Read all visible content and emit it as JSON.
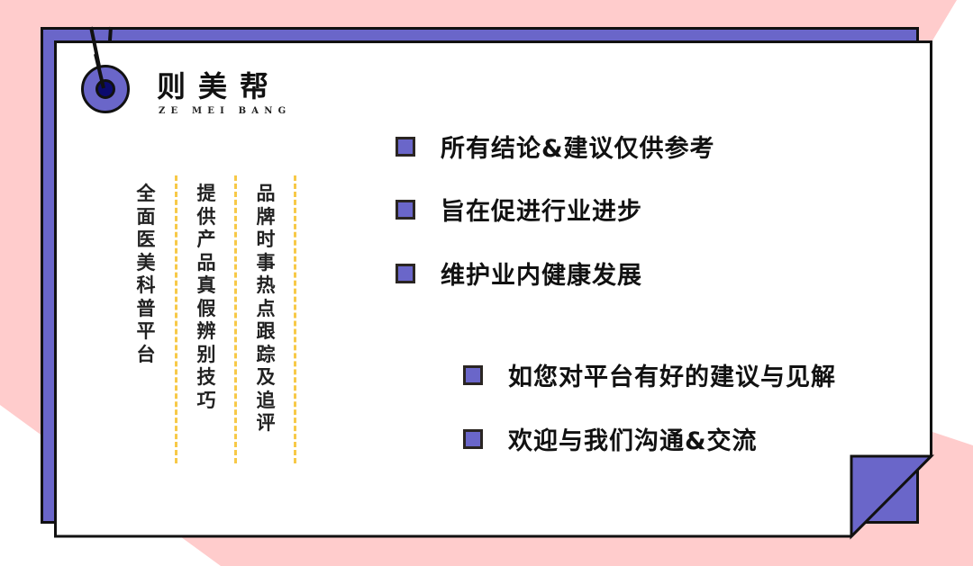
{
  "colors": {
    "pink_background": "#ffcccc",
    "accent_blue": "#6a66c9",
    "dark_navy": "#0b0a6e",
    "dash_yellow": "#f7c948",
    "text": "#111111"
  },
  "brand": {
    "name": "则美帮",
    "name_pinyin": "ZE MEI BANG",
    "icon": "pin-circle-icon"
  },
  "taglines": [
    {
      "text": "全面医美科普平台"
    },
    {
      "text": "提供产品真假辨别技巧"
    },
    {
      "text": "品牌时事热点跟踪及追评"
    }
  ],
  "disclaimer_items": [
    {
      "text": "所有结论&建议仅供参考"
    },
    {
      "text": "旨在促进行业进步"
    },
    {
      "text": "维护业内健康发展"
    }
  ],
  "contact_items": [
    {
      "text": "如您对平台有好的建议与见解"
    },
    {
      "text": "欢迎与我们沟通&交流"
    }
  ]
}
